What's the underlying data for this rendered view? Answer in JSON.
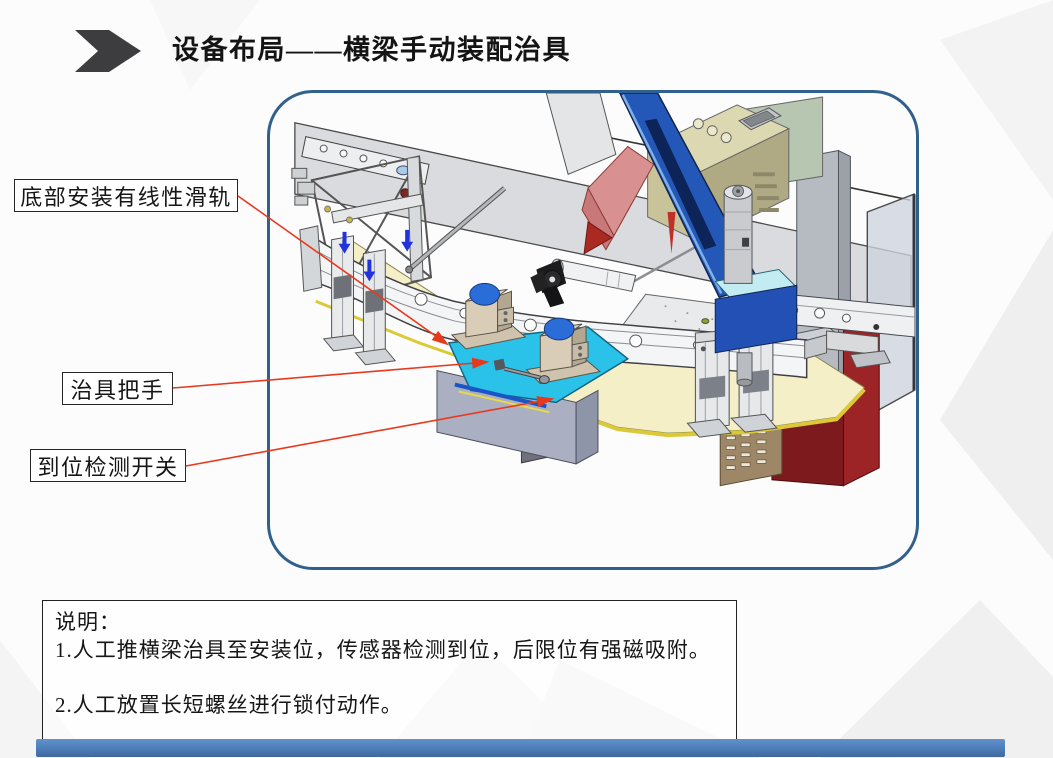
{
  "slide": {
    "title": "设备布局——横梁手动装配治具"
  },
  "callouts": [
    {
      "label": "底部安装有线性滑轨"
    },
    {
      "label": "治具把手"
    },
    {
      "label": "到位检测开关"
    }
  ],
  "notes": {
    "heading": "说明：",
    "items": [
      "1.人工推横梁治具至安装位，传感器检测到位，后限位有强磁吸附。",
      "2.人工放置长短螺丝进行锁付动作。"
    ]
  },
  "diagram": {
    "type": "cad-isometric-illustration",
    "subject": "横梁手动装配治具",
    "colors": {
      "panel_border": "#31608c",
      "leader_line": "#e8391d",
      "fixture_plate_cyan": "#2ac2e8",
      "base_plate_yellow": "#f4efc6",
      "base_plate_edge": "#dcc938",
      "robot_arm_blue": "#2458b8",
      "arm_block_blue": "#2350b4",
      "side_panel_maroon": "#9c2427",
      "control_box_tan": "#c9c39a",
      "red_bracket": "#d89090",
      "pedestal_gray": "#aab0c2",
      "clamp_tan": "#d9cdb7",
      "dome_blue": "#2a6cd8",
      "machine_panel_gray": "#d9dbde",
      "down_arrow_blue": "#2233dd"
    }
  },
  "footer": {
    "bar_color": "#4f81bd"
  }
}
